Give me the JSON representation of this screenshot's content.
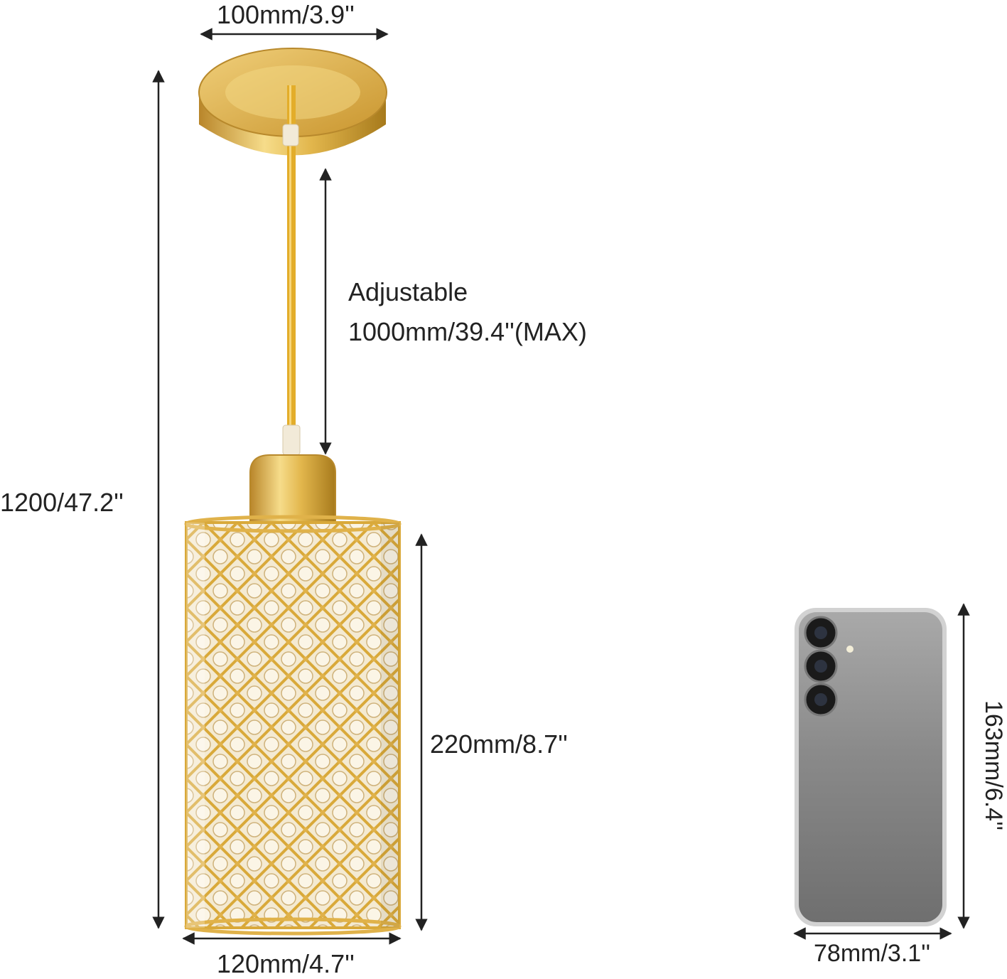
{
  "dimensions": {
    "canopy_width": "100mm/3.9''",
    "total_height": "1200/47.2''",
    "adjustable_line": "Adjustable",
    "adjustable_value": "1000mm/39.4''(MAX)",
    "shade_height": "220mm/8.7''",
    "shade_width": "120mm/4.7''",
    "phone_width": "78mm/3.1''",
    "phone_height": "163mm/6.4''"
  },
  "colors": {
    "gold": "#d9a93a",
    "gold_light": "#f6dc8a",
    "gold_dark": "#a77a1c",
    "phone_body": "#8e8e8e",
    "phone_frame": "#c8c8c8"
  },
  "icons": {
    "pendant": "gold-crystal-pendant-lamp",
    "phone": "smartphone-reference"
  }
}
